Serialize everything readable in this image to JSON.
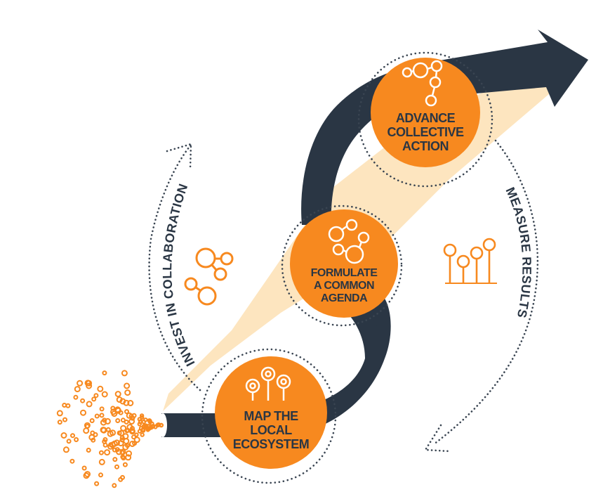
{
  "diagram": {
    "title": "",
    "colors": {
      "navy": "#2a3644",
      "orange": "#f7891f",
      "beige": "#fde5bf",
      "white": "#ffffff",
      "dots": "#3a4552"
    },
    "steps": [
      {
        "id": "map",
        "order": 1,
        "lines": [
          "MAP THE",
          "LOCAL",
          "ECOSYSTEM"
        ],
        "icon": "map-pins-icon"
      },
      {
        "id": "formulate",
        "order": 2,
        "lines": [
          "FORMULATE",
          "A COMMON",
          "AGENDA"
        ],
        "icon": "network-nodes-icon"
      },
      {
        "id": "advance",
        "order": 3,
        "lines": [
          "ADVANCE",
          "COLLECTIVE",
          "ACTION"
        ],
        "icon": "connected-nodes-icon"
      }
    ],
    "cycles": [
      {
        "id": "invest",
        "label": "INVEST IN COLLABORATION",
        "icon": "collaboration-bubbles-icon",
        "direction": "upward"
      },
      {
        "id": "measure",
        "label": "MEASURE RESULTS",
        "icon": "results-chart-icon",
        "direction": "downward"
      }
    ],
    "source_icon": "scattered-dots-icon",
    "main_arrow_icon": "s-curve-arrow-icon"
  }
}
